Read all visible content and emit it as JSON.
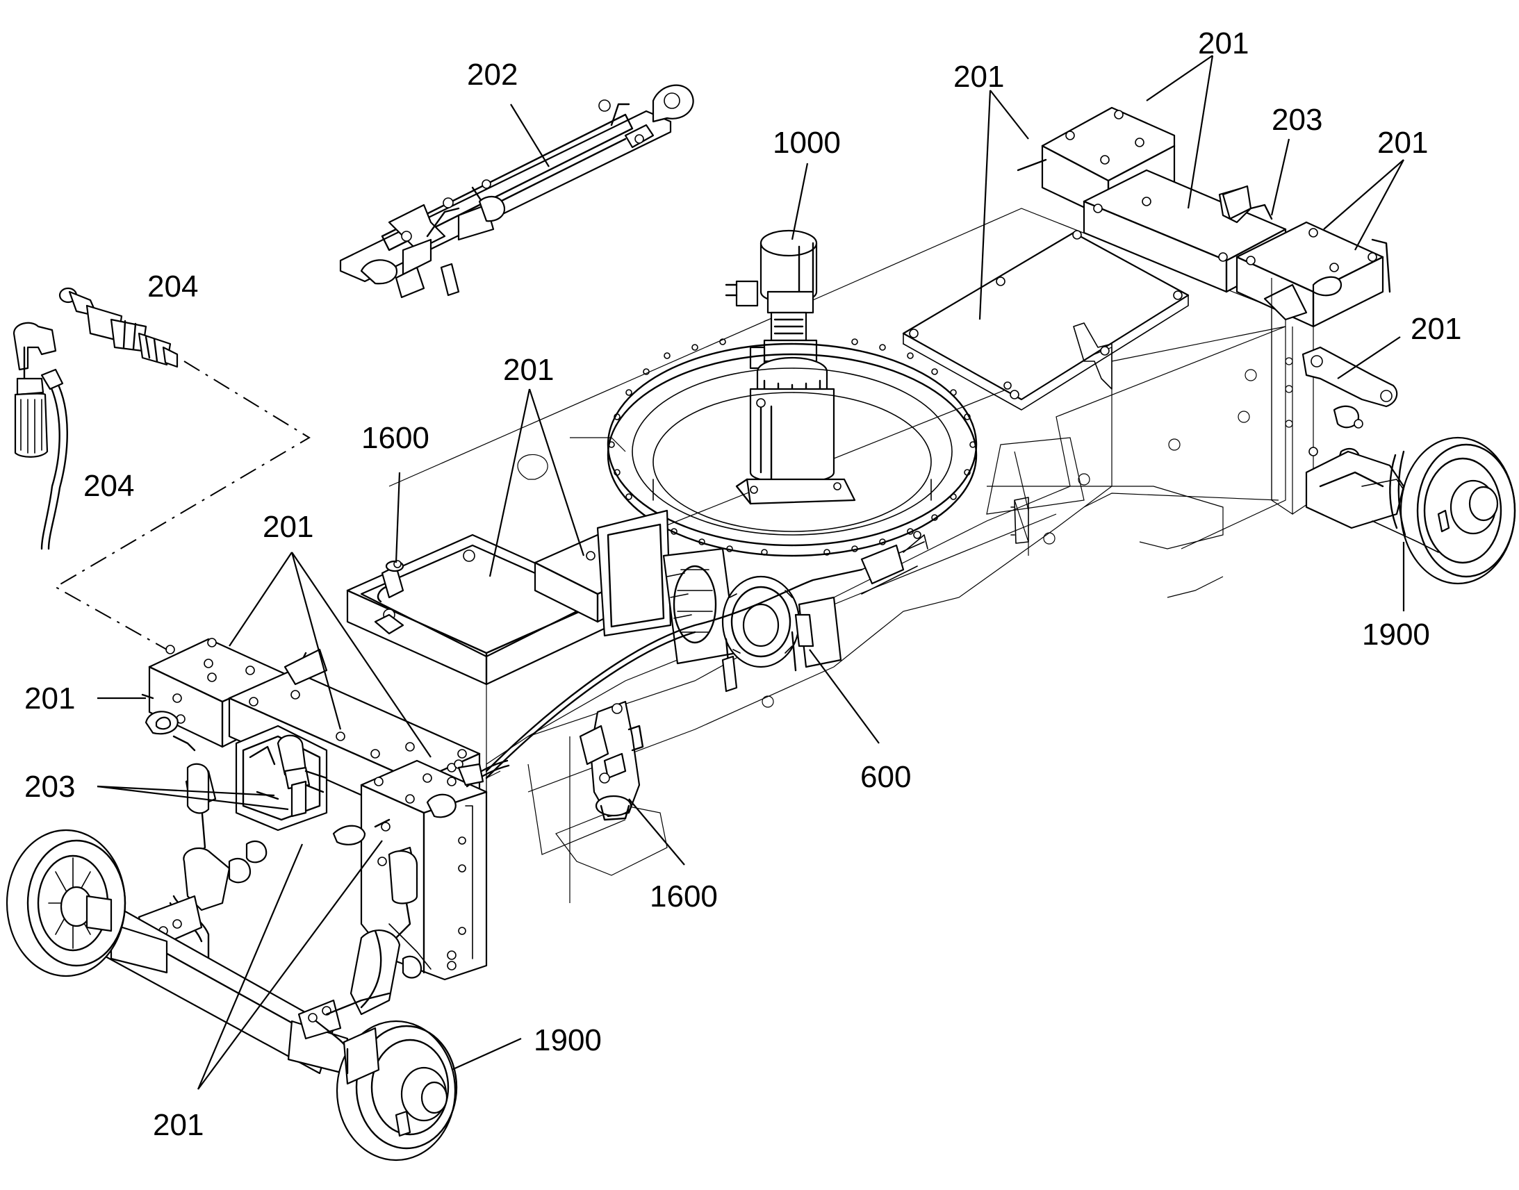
{
  "labels": {
    "l201_a": "201",
    "l201_b": "201",
    "l201_c": "201",
    "l201_d": "201",
    "l201_e": "201",
    "l201_f": "201",
    "l201_g": "201",
    "l201_h": "201",
    "l202": "202",
    "l203_a": "203",
    "l203_b": "203",
    "l204_a": "204",
    "l204_b": "204",
    "l600": "600",
    "l1000": "1000",
    "l1600_a": "1600",
    "l1600_b": "1600",
    "l1900_a": "1900",
    "l1900_b": "1900"
  },
  "colors": {
    "line": "#000000",
    "background": "#ffffff"
  }
}
